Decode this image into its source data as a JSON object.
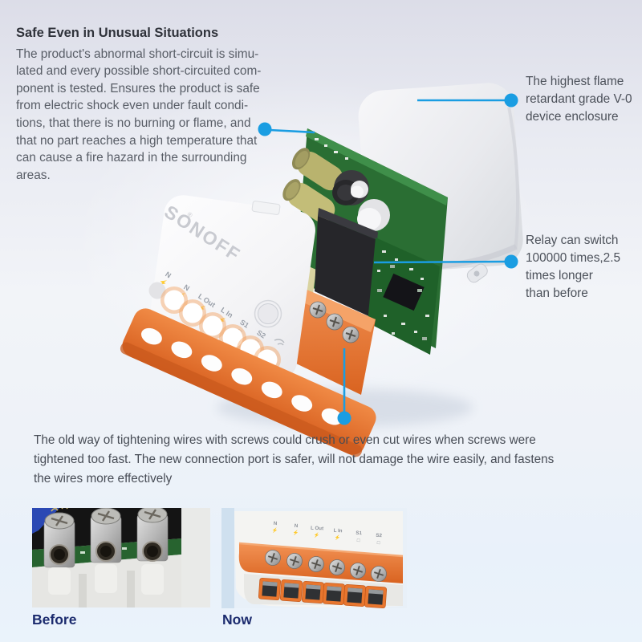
{
  "safety": {
    "heading": "Safe Even in Unusual Situations",
    "body": "The product's abnormal short-circuit is simu-\nlated and every possible short-circuited com-\nponent is tested. Ensures the product is safe\nfrom electric shock even under fault condi-\ntions, that there is no burning or flame, and\nthat no part reaches a high temperature that\ncan cause a fire hazard in the surrounding\nareas."
  },
  "callout_enclosure": {
    "text": "The highest flame\nretardant grade V-0\ndevice enclosure"
  },
  "callout_relay": {
    "text": "Relay can switch\n100000 times,2.5\ntimes longer\nthan before"
  },
  "wiring": {
    "body": "The old way of tightening wires with screws could crush or even cut wires when screws were\ntightened too fast. The new connection port is safer, will not damage the wire easily, and fastens\nthe wires more effectively"
  },
  "comparison": {
    "before_label": "Before",
    "now_label": "Now"
  },
  "device": {
    "brand": "SONOFF",
    "reg_mark": "®",
    "terminals": [
      {
        "label": "N",
        "symbol": "⚡"
      },
      {
        "label": "N",
        "symbol": "⚡"
      },
      {
        "label": "L Out",
        "symbol": "⚡"
      },
      {
        "label": "L In",
        "symbol": "⚡"
      },
      {
        "label": "S1",
        "symbol": "□"
      },
      {
        "label": "S2",
        "symbol": "□"
      }
    ]
  },
  "colors": {
    "accent_blue": "#1a9de2",
    "label_navy": "#1c2b6e",
    "port_orange": "#e8762e",
    "pcb_green": "#2a6e33"
  }
}
